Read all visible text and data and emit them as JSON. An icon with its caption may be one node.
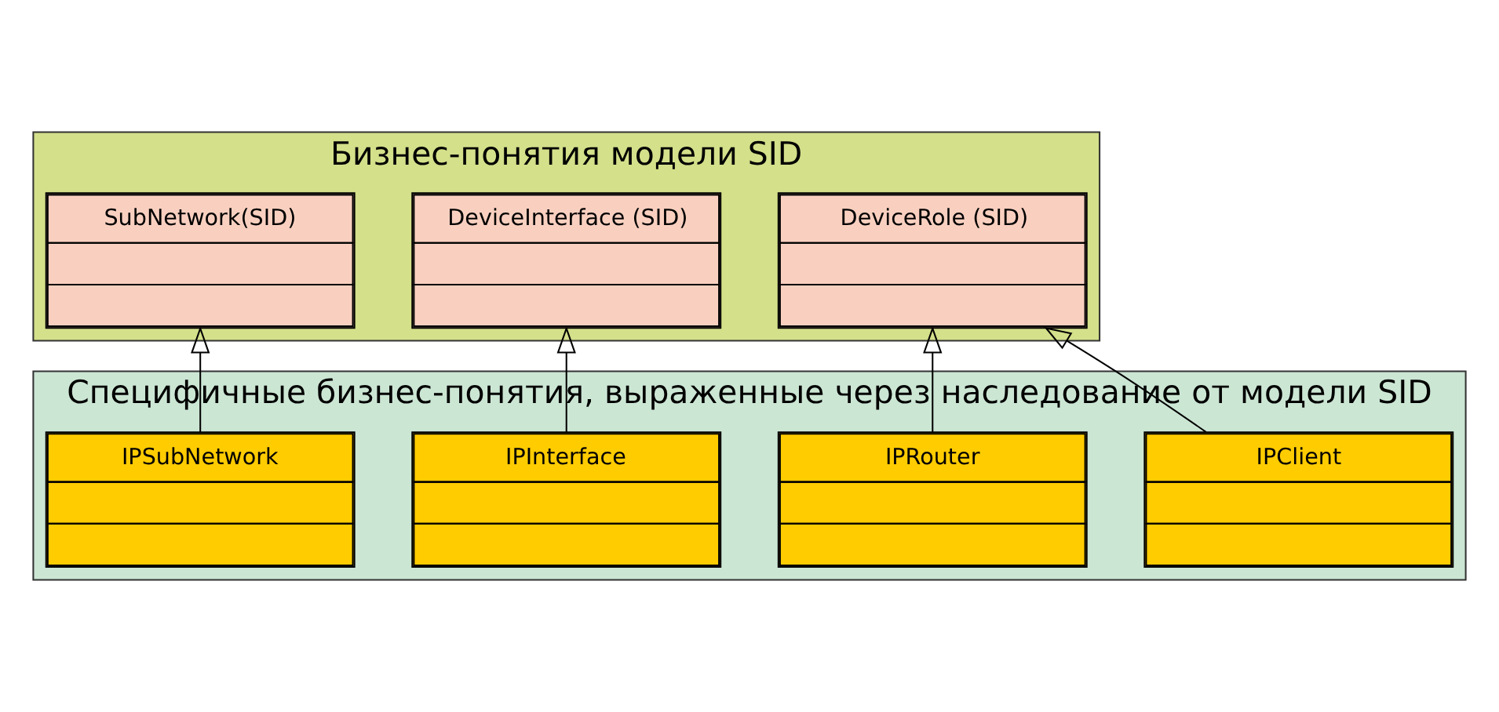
{
  "diagram": {
    "nodes": [
      {
        "text": [
          "Бизнес-понятия модели SID"
        ]
      },
      {
        "text": [
          "SubNetwork(SID)"
        ],
        "in": 0
      },
      {
        "text": [
          "DeviceInterface (SID)"
        ],
        "in": 0
      },
      {
        "text": [
          "DeviceRole (SID)"
        ],
        "in": 0
      },
      {
        "text": [
          "Специфичные бизнес-понятия, выраженные через наследование от модели SID"
        ]
      },
      {
        "text": [
          "IPSubNetwork"
        ],
        "in": 4
      },
      {
        "text": [
          "IPInterface"
        ],
        "in": 4
      },
      {
        "text": [
          "IPRouter"
        ],
        "in": 4
      },
      {
        "text": [
          "IPClient"
        ],
        "in": 4
      }
    ],
    "edges": [
      {
        "from": 5,
        "to": 1,
        "arrow": "to"
      },
      {
        "from": 6,
        "to": 2,
        "arrow": "to"
      },
      {
        "from": 7,
        "to": 3,
        "arrow": "to"
      },
      {
        "from": 8,
        "to": 3,
        "arrow": "to"
      }
    ]
  }
}
